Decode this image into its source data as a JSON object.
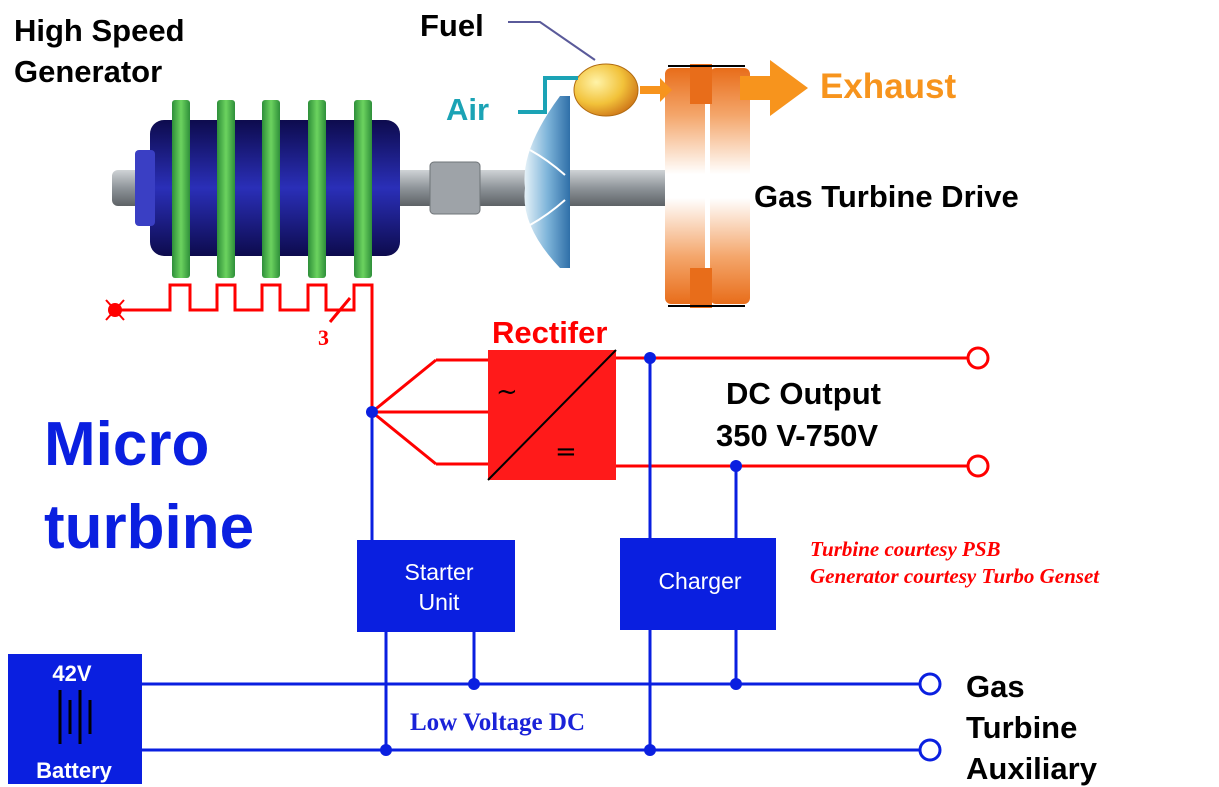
{
  "labels": {
    "generator_line1": "High Speed",
    "generator_line2": "Generator",
    "fuel": "Fuel",
    "air": "Air",
    "exhaust": "Exhaust",
    "gas_turbine_drive": "Gas Turbine Drive",
    "phase_count": "3",
    "rectifier": "Rectifer",
    "rectifier_ac_symbol": "~",
    "rectifier_dc_symbol": "=",
    "dc_output_line1": "DC Output",
    "dc_output_line2": "350 V-750V",
    "title_line1": "Micro",
    "title_line2": "turbine",
    "credit_line1": "Turbine courtesy PSB",
    "credit_line2": "Generator courtesy Turbo Genset",
    "starter_line1": "Starter",
    "starter_line2": "Unit",
    "charger": "Charger",
    "battery_voltage": "42V",
    "battery": "Battery",
    "low_voltage_dc": "Low Voltage DC",
    "aux_line1": "Gas",
    "aux_line2": "Turbine",
    "aux_line3": "Auxiliary"
  },
  "colors": {
    "power_line": "#ff0000",
    "low_voltage_line": "#0a1fe0",
    "block_fill": "#0a1fe0",
    "rectifier_fill": "#ff1a1a",
    "exhaust": "#f7941d",
    "air": "#1ba3b5",
    "generator_band": "#4fc14b",
    "generator_core": "#1d1a8c"
  }
}
